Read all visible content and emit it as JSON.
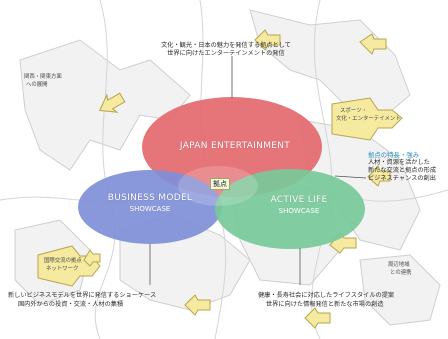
{
  "diagram": {
    "circles": {
      "japan": {
        "label": "JAPAN   ENTERTAINMENT",
        "color": "#e36a6f"
      },
      "business": {
        "label": "BUSINESS   MODEL",
        "sublabel": "SHOWCASE",
        "color": "#7f8fd8"
      },
      "active": {
        "label": "ACTIVE  LIFE",
        "sublabel": "SHOWCASE",
        "color": "#78c99a"
      }
    },
    "center_badge": "拠点",
    "notes": {
      "top": [
        "文化・観光・日本の魅力を発信する拠点として",
        "世界に向けたエンターテインメントの発信"
      ],
      "right_title": "拠点の特長・強み",
      "right": [
        "人材・資源を活かした",
        "新たな交流と拠点の形成",
        "ビジネスチャンスの創出"
      ],
      "bottom_left": [
        "新しいビジネスモデルを世界に発信するショーケース",
        "国内外からの投資・交流・人材の集積"
      ],
      "bottom_right": [
        "健康・長寿社会に対応したライフスタイルの提案",
        "世界に向けた情報発信と新たな市場の創造"
      ]
    },
    "map_labels": {
      "top_left": [
        "関西・関東方面",
        "への展開"
      ],
      "top_right": [
        "スポーツ・",
        "文化・エンターテイメント"
      ],
      "left_mid": [
        "国際交流の拠点",
        "ネットワーク"
      ],
      "bottom_right": [
        "周辺地域",
        "との連携"
      ]
    },
    "colors": {
      "map_fill": "#f3f3f3",
      "map_line": "#c8c8c8",
      "arrow_fill": "#f5eaa0",
      "arrow_stroke": "#b7a44c",
      "accent": "#2a8fbf"
    }
  }
}
